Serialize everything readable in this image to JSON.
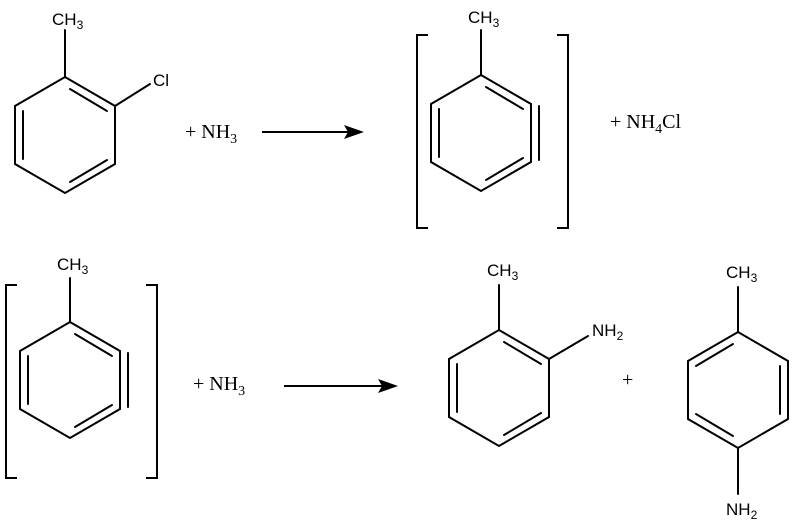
{
  "reaction1": {
    "reactant": {
      "methyl": "CH",
      "methyl_sub": "3",
      "halogen": "Cl"
    },
    "reagent": {
      "plus": "+ NH",
      "sub": "3"
    },
    "intermediate": {
      "methyl": "CH",
      "methyl_sub": "3"
    },
    "byproduct": {
      "plus": "+ NH",
      "sub": "4",
      "tail": "Cl"
    }
  },
  "reaction2": {
    "intermediate": {
      "methyl": "CH",
      "methyl_sub": "3"
    },
    "reagent": {
      "plus": "+ NH",
      "sub": "3"
    },
    "product_ortho": {
      "methyl": "CH",
      "methyl_sub": "3",
      "amine": "NH",
      "amine_sub": "2"
    },
    "plus": "+",
    "product_para": {
      "methyl": "CH",
      "methyl_sub": "3",
      "amine": "NH",
      "amine_sub": "2"
    }
  }
}
